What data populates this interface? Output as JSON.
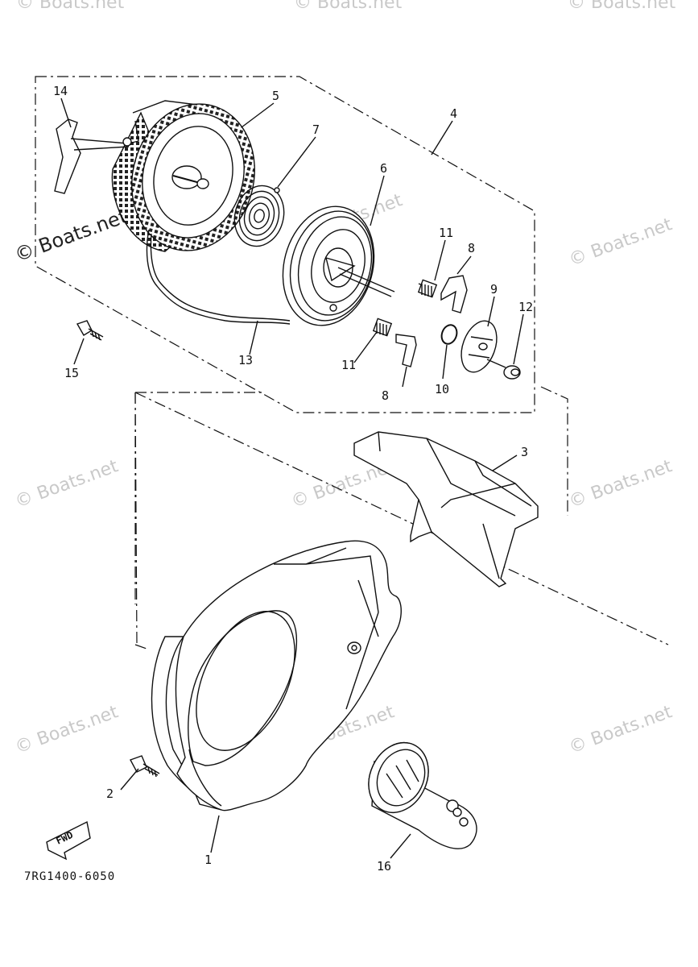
{
  "watermark": "© Boats.net",
  "diagram_code": "7RG1400-6050",
  "fwd_label": "FWD",
  "callouts": {
    "c1": "1",
    "c2": "2",
    "c3": "3",
    "c4": "4",
    "c5": "5",
    "c6": "6",
    "c7": "7",
    "c8a": "8",
    "c8b": "8",
    "c9": "9",
    "c10": "10",
    "c11a": "11",
    "c11b": "11",
    "c12": "12",
    "c13": "13",
    "c14": "14",
    "c15": "15",
    "c16": "16"
  }
}
